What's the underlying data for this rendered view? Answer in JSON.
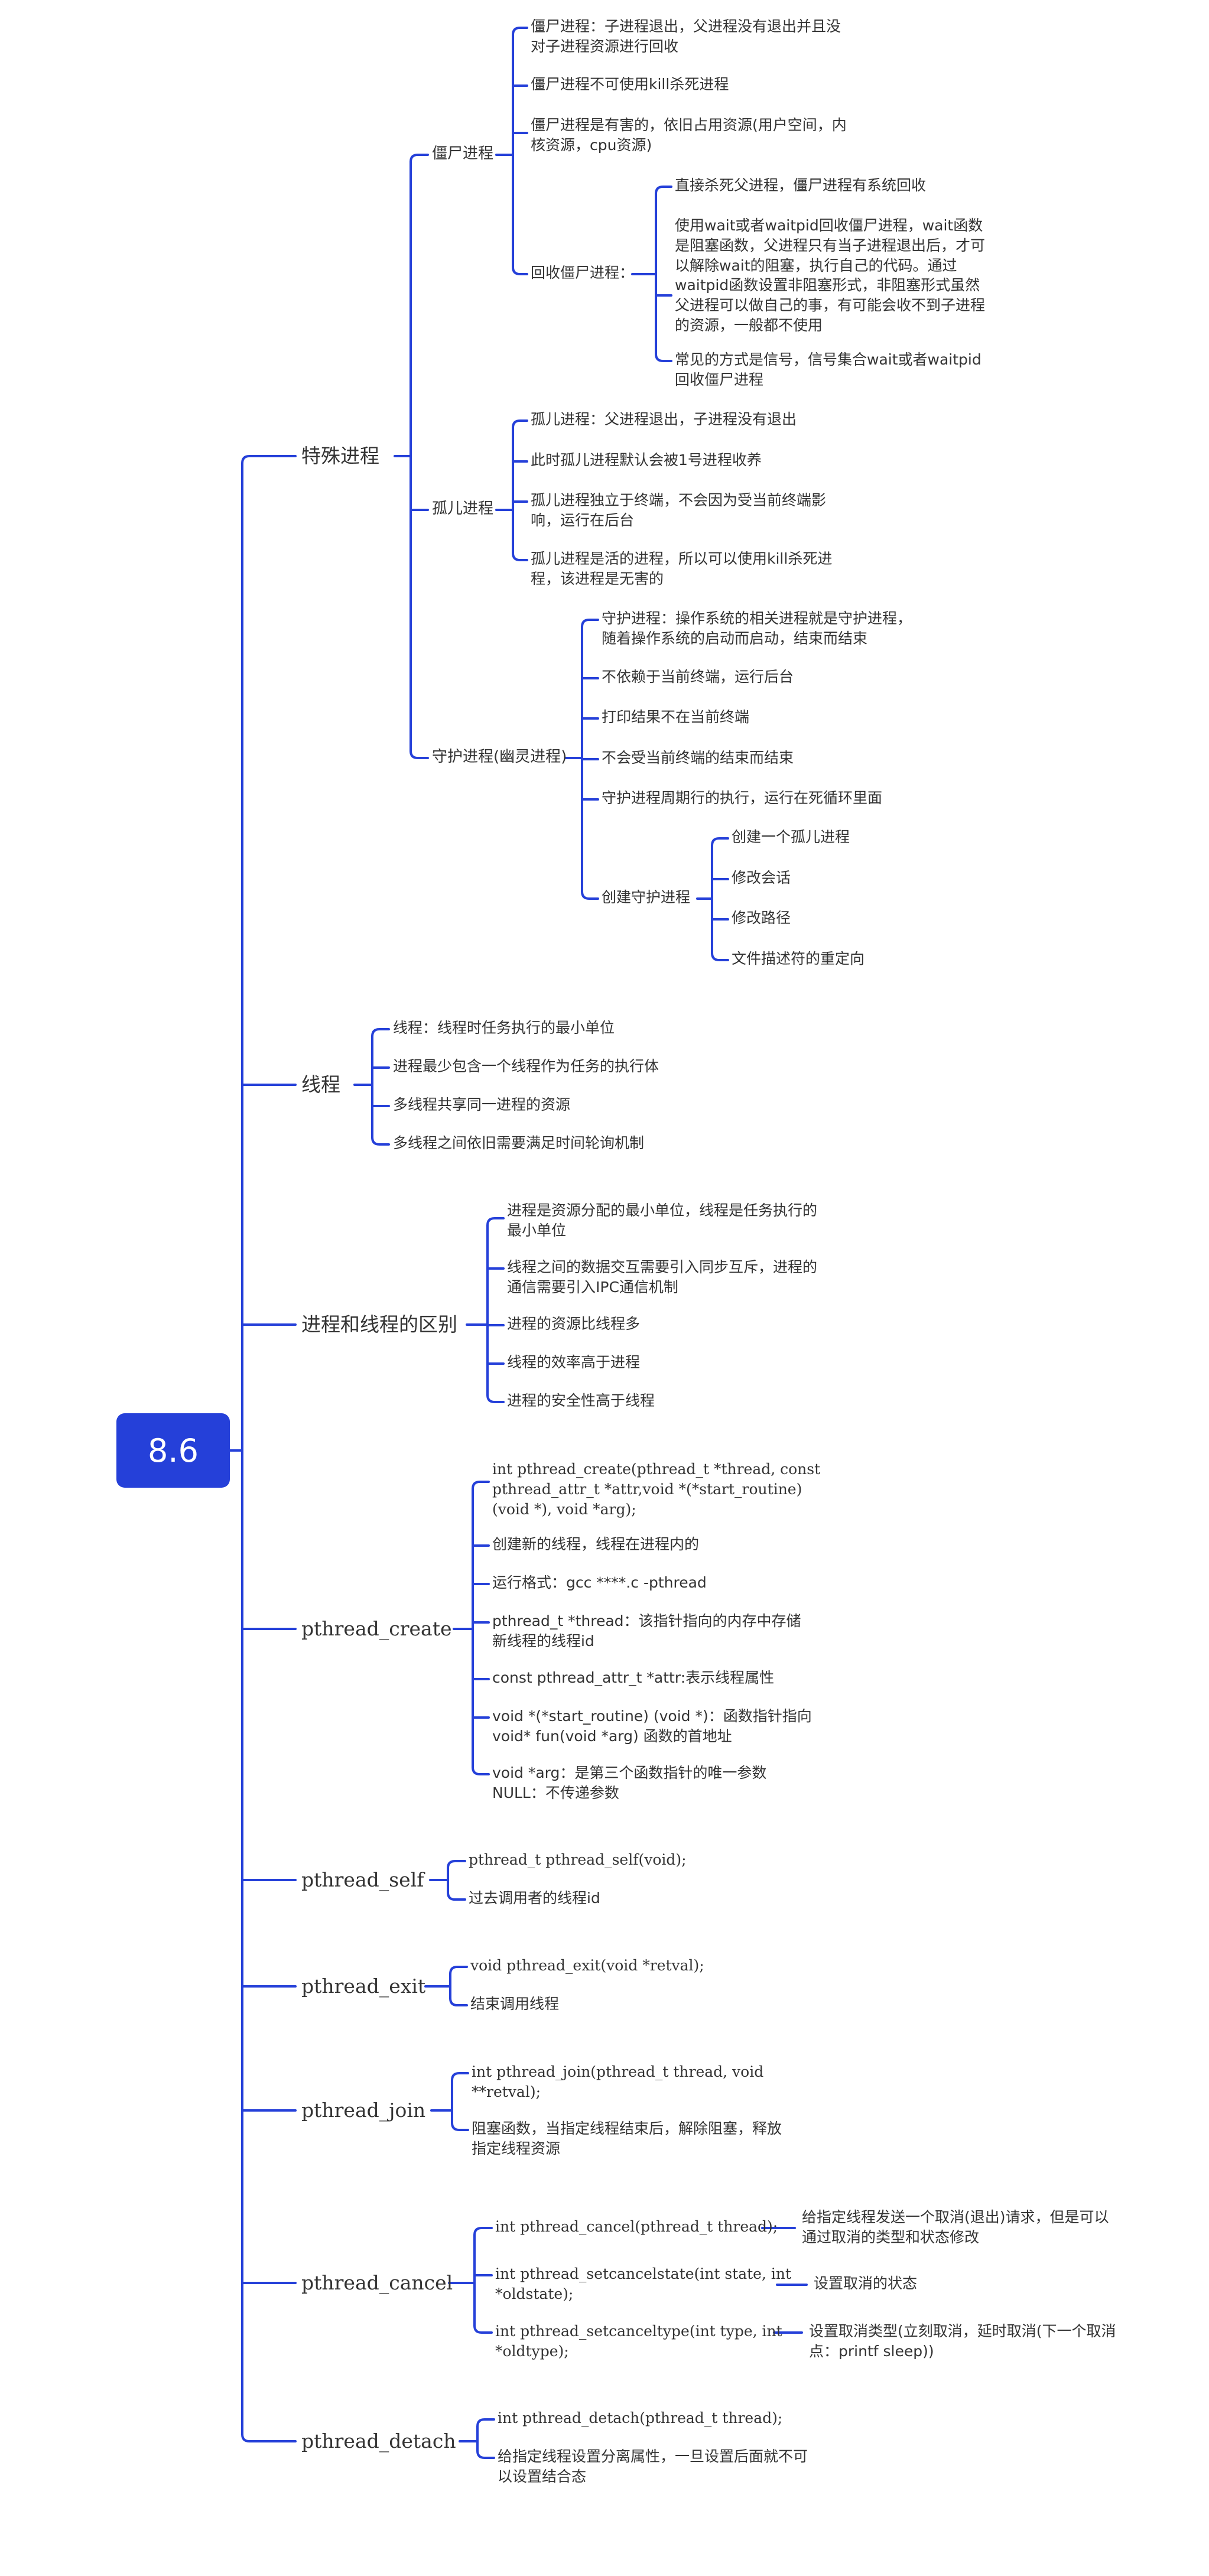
{
  "root": {
    "label": "8.6"
  },
  "branches": {
    "special": {
      "label": "特殊进程",
      "zombie": {
        "label": "僵尸进程",
        "items": [
          "僵尸进程：子进程退出，父进程没有退出并且没\n对子进程资源进行回收",
          "僵尸进程不可使用kill杀死进程",
          "僵尸进程是有害的，依旧占用资源(用户空间，内\n核资源，cpu资源)"
        ],
        "reclaim": {
          "label": "回收僵尸进程：",
          "items": [
            "直接杀死父进程，僵尸进程有系统回收",
            "使用wait或者waitpid回收僵尸进程，wait函数\n是阻塞函数，父进程只有当子进程退出后，才可\n以解除wait的阻塞，执行自己的代码。通过\nwaitpid函数设置非阻塞形式，非阻塞形式虽然\n父进程可以做自己的事，有可能会收不到子进程\n的资源，一般都不使用",
            "常见的方式是信号，信号集合wait或者waitpid\n回收僵尸进程"
          ]
        }
      },
      "orphan": {
        "label": "孤儿进程",
        "items": [
          "孤儿进程：父进程退出，子进程没有退出",
          "此时孤儿进程默认会被1号进程收养",
          "孤儿进程独立于终端，不会因为受当前终端影\n响，运行在后台",
          "孤儿进程是活的进程，所以可以使用kill杀死进\n程，该进程是无害的"
        ]
      },
      "daemon": {
        "label": "守护进程(幽灵进程)",
        "items": [
          "守护进程：操作系统的相关进程就是守护进程，\n随着操作系统的启动而启动，结束而结束",
          "不依赖于当前终端，运行后台",
          "打印结果不在当前终端",
          "不会受当前终端的结束而结束",
          "守护进程周期行的执行，运行在死循环里面"
        ],
        "create": {
          "label": "创建守护进程",
          "items": [
            "创建一个孤儿进程",
            "修改会话",
            "修改路径",
            "文件描述符的重定向"
          ]
        }
      }
    },
    "thread": {
      "label": "线程",
      "items": [
        "线程：线程时任务执行的最小单位",
        "进程最少包含一个线程作为任务的执行体",
        "多线程共享同一进程的资源",
        "多线程之间依旧需要满足时间轮询机制"
      ]
    },
    "diff": {
      "label": "进程和线程的区别",
      "items": [
        "进程是资源分配的最小单位，线程是任务执行的\n最小单位",
        "线程之间的数据交互需要引入同步互斥，进程的\n通信需要引入IPC通信机制",
        "进程的资源比线程多",
        "线程的效率高于进程",
        "进程的安全性高于线程"
      ]
    },
    "create": {
      "label": "pthread_create",
      "items": [
        "int pthread_create(pthread_t *thread, const\npthread_attr_t *attr,void *(*start_routine)\n(void *), void *arg);",
        "创建新的线程，线程在进程内的",
        "运行格式：gcc ****.c -pthread",
        "pthread_t *thread：该指针指向的内存中存储\n新线程的线程id",
        " const pthread_attr_t *attr:表示线程属性",
        "void *(*start_routine) (void *)：函数指针指向\nvoid* fun(void *arg) 函数的首地址",
        "void *arg：是第三个函数指针的唯一参数\nNULL：不传递参数"
      ]
    },
    "self": {
      "label": "pthread_self",
      "items": [
        "pthread_t pthread_self(void);",
        "过去调用者的线程id"
      ]
    },
    "exit": {
      "label": "pthread_exit",
      "items": [
        "void pthread_exit(void *retval);",
        "结束调用线程"
      ]
    },
    "join": {
      "label": "pthread_join",
      "items": [
        " int pthread_join(pthread_t thread, void\n**retval);",
        "阻塞函数，当指定线程结束后，解除阻塞，释放\n指定线程资源"
      ]
    },
    "cancel": {
      "label": "pthread_cancel",
      "items": [
        "int pthread_cancel(pthread_t thread);",
        "int pthread_setcancelstate(int state, int\n*oldstate);",
        "int pthread_setcanceltype(int type, int\n*oldtype);"
      ],
      "notes": [
        "给指定线程发送一个取消(退出)请求，但是可以\n通过取消的类型和状态修改",
        "设置取消的状态",
        "设置取消类型(立刻取消，延时取消(下一个取消\n点：printf sleep))"
      ]
    },
    "detach": {
      "label": "pthread_detach",
      "items": [
        "int pthread_detach(pthread_t thread);",
        "给指定线程设置分离属性，一旦设置后面就不可\n以设置结合态"
      ]
    }
  },
  "colors": {
    "accent": "#2540d9",
    "line": "#2540d9",
    "text": "#333333"
  }
}
